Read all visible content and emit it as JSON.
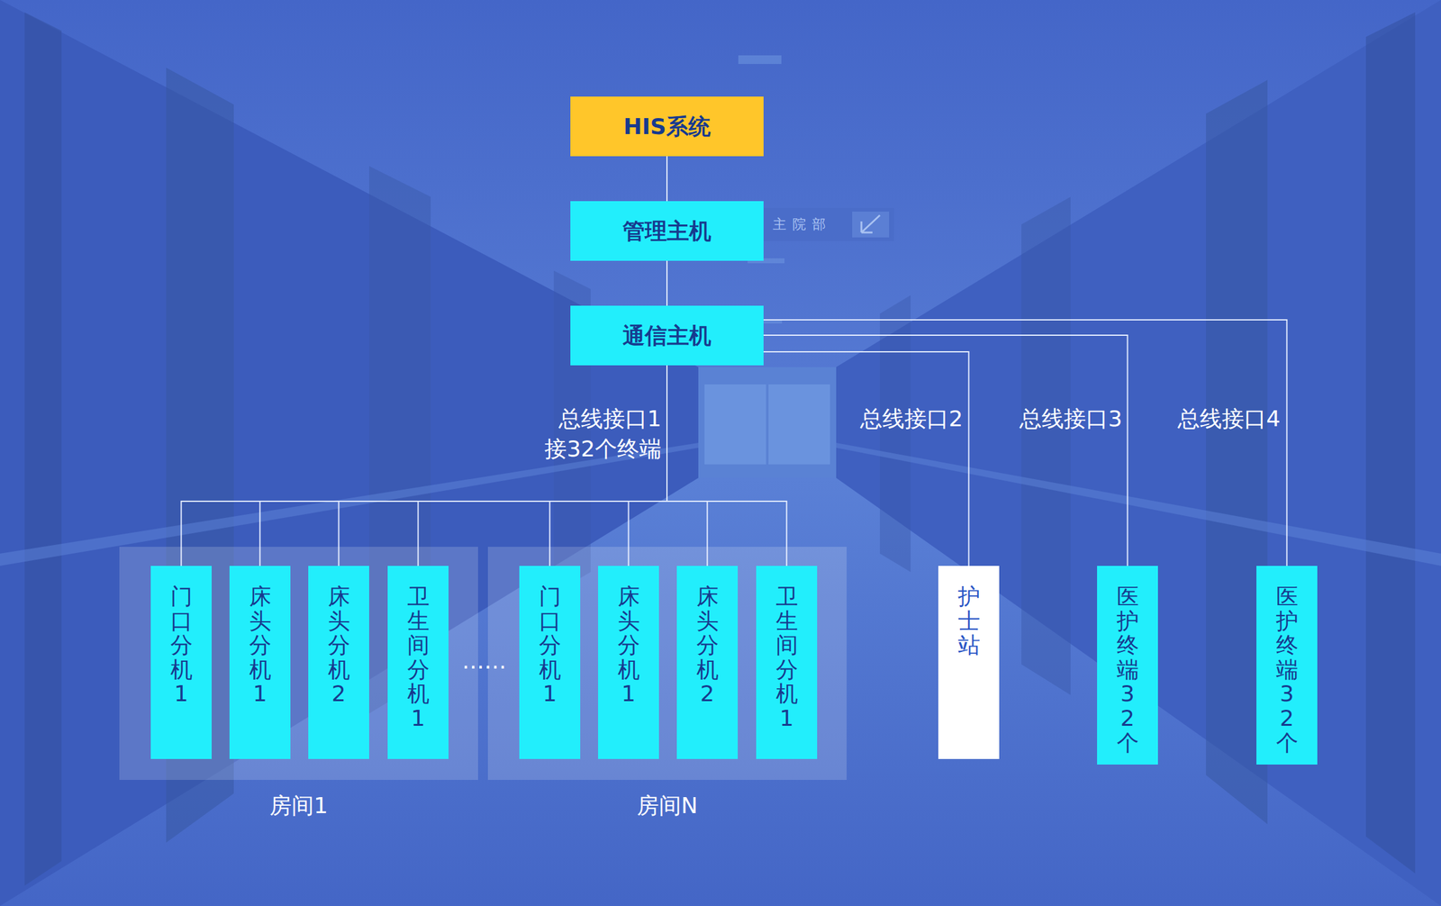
{
  "diagram": {
    "nodes": [
      {
        "text": [
          "HIS系统"
        ]
      },
      {
        "text": [
          "管理主机"
        ]
      },
      {
        "text": [
          "通信主机"
        ]
      },
      {
        "text": [
          "房间1"
        ]
      },
      {
        "text": [
          "门口分机1"
        ],
        "in": 3
      },
      {
        "text": [
          "床头分机1"
        ],
        "in": 3
      },
      {
        "text": [
          "床头分机2"
        ],
        "in": 3
      },
      {
        "text": [
          "卫生间分机1"
        ],
        "in": 3
      },
      {
        "text": [
          "房间N"
        ]
      },
      {
        "text": [
          "门口分机1"
        ],
        "in": 8
      },
      {
        "text": [
          "床头分机1"
        ],
        "in": 8
      },
      {
        "text": [
          "床头分机2"
        ],
        "in": 8
      },
      {
        "text": [
          "卫生间分机1"
        ],
        "in": 8
      },
      {
        "text": [
          "护士站"
        ]
      },
      {
        "text": [
          "医护终端32个"
        ]
      },
      {
        "text": [
          "医护终端32个"
        ]
      }
    ],
    "edges": [
      {
        "from": 0,
        "to": 1,
        "arrow": "none"
      },
      {
        "from": 1,
        "to": 2,
        "arrow": "none"
      },
      {
        "from": 2,
        "to": 4,
        "arrow": "none"
      },
      {
        "from": 2,
        "to": 5,
        "arrow": "none"
      },
      {
        "from": 2,
        "to": 6,
        "arrow": "none"
      },
      {
        "from": 2,
        "to": 7,
        "arrow": "none"
      },
      {
        "from": 2,
        "to": 9,
        "arrow": "none"
      },
      {
        "from": 2,
        "to": 10,
        "arrow": "none"
      },
      {
        "from": 2,
        "to": 11,
        "arrow": "none"
      },
      {
        "from": 2,
        "to": 12,
        "arrow": "none"
      },
      {
        "from": 2,
        "to": 13,
        "arrow": "none"
      },
      {
        "from": 2,
        "to": 14,
        "arrow": "none"
      },
      {
        "from": 2,
        "to": 15,
        "arrow": "none"
      }
    ],
    "labels": [
      "总线接口1",
      "接32个终端",
      "总线接口2",
      "总线接口3",
      "总线接口4",
      "……",
      "主院部"
    ]
  }
}
